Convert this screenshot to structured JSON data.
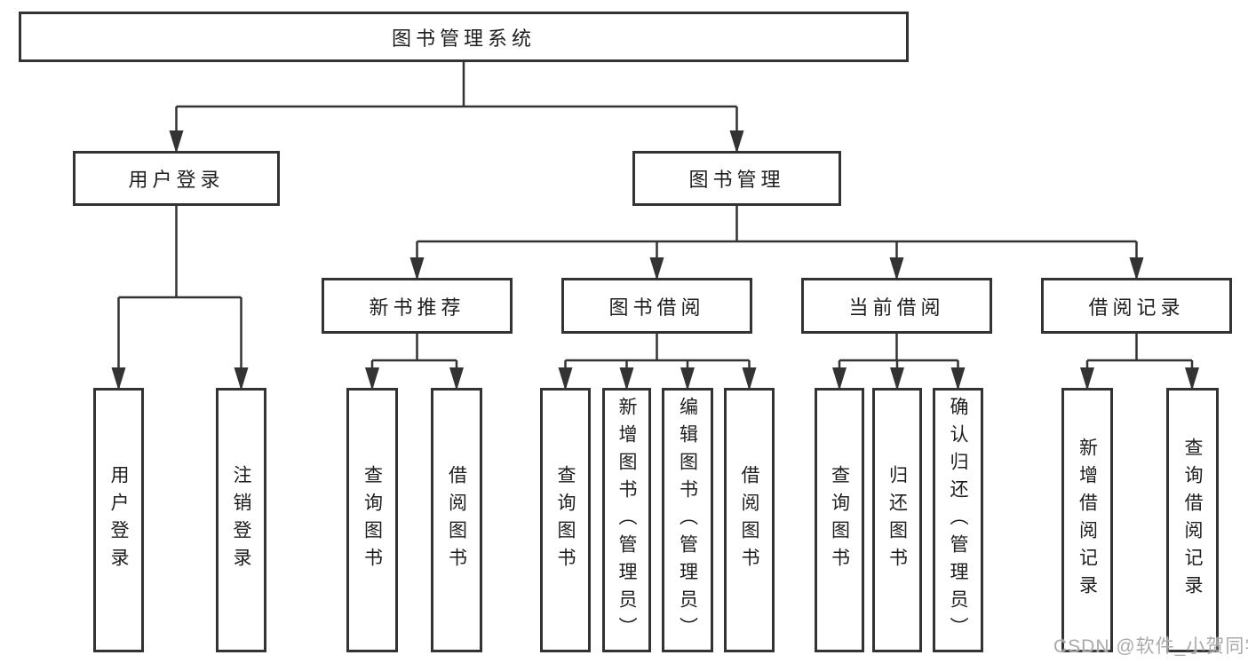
{
  "tree": {
    "root": {
      "label": "图书管理系统",
      "children": [
        {
          "label": "用户登录",
          "children": [
            {
              "label": "用户登录"
            },
            {
              "label": "注销登录"
            }
          ]
        },
        {
          "label": "图书管理",
          "children": [
            {
              "label": "新书推荐",
              "children": [
                {
                  "label": "查询图书"
                },
                {
                  "label": "借阅图书"
                }
              ]
            },
            {
              "label": "图书借阅",
              "children": [
                {
                  "label": "查询图书"
                },
                {
                  "label": "新增图书（管理员）"
                },
                {
                  "label": "编辑图书（管理员）"
                },
                {
                  "label": "借阅图书"
                }
              ]
            },
            {
              "label": "当前借阅",
              "children": [
                {
                  "label": "查询图书"
                },
                {
                  "label": "归还图书"
                },
                {
                  "label": "确认归还（管理员）"
                }
              ]
            },
            {
              "label": "借阅记录",
              "children": [
                {
                  "label": "新增借阅记录"
                },
                {
                  "label": "查询借阅记录"
                }
              ]
            }
          ]
        }
      ]
    }
  },
  "watermark": {
    "text": "CSDN @软件_小贺同学"
  },
  "colors": {
    "line": "#333333",
    "box_border": "#333333",
    "box_fill": "#ffffff",
    "text": "#1e1e1e",
    "watermark": "#a5a5a5",
    "background": "#ffffff"
  }
}
